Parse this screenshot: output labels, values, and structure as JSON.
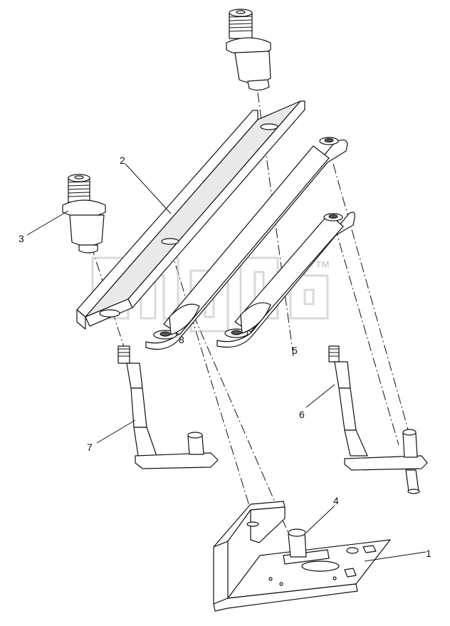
{
  "diagram": {
    "callouts": [
      {
        "id": "c1",
        "text": "1"
      },
      {
        "id": "c2",
        "text": "2"
      },
      {
        "id": "c3",
        "text": "3"
      },
      {
        "id": "c4",
        "text": "4"
      },
      {
        "id": "c5",
        "text": "5"
      },
      {
        "id": "c6",
        "text": "6"
      },
      {
        "id": "c7",
        "text": "7"
      },
      {
        "id": "c8",
        "text": "8"
      }
    ],
    "watermark": {
      "mark": "™"
    },
    "colors": {
      "line": "#111111",
      "background": "#ffffff",
      "watermark": "#b9b9b9"
    }
  }
}
